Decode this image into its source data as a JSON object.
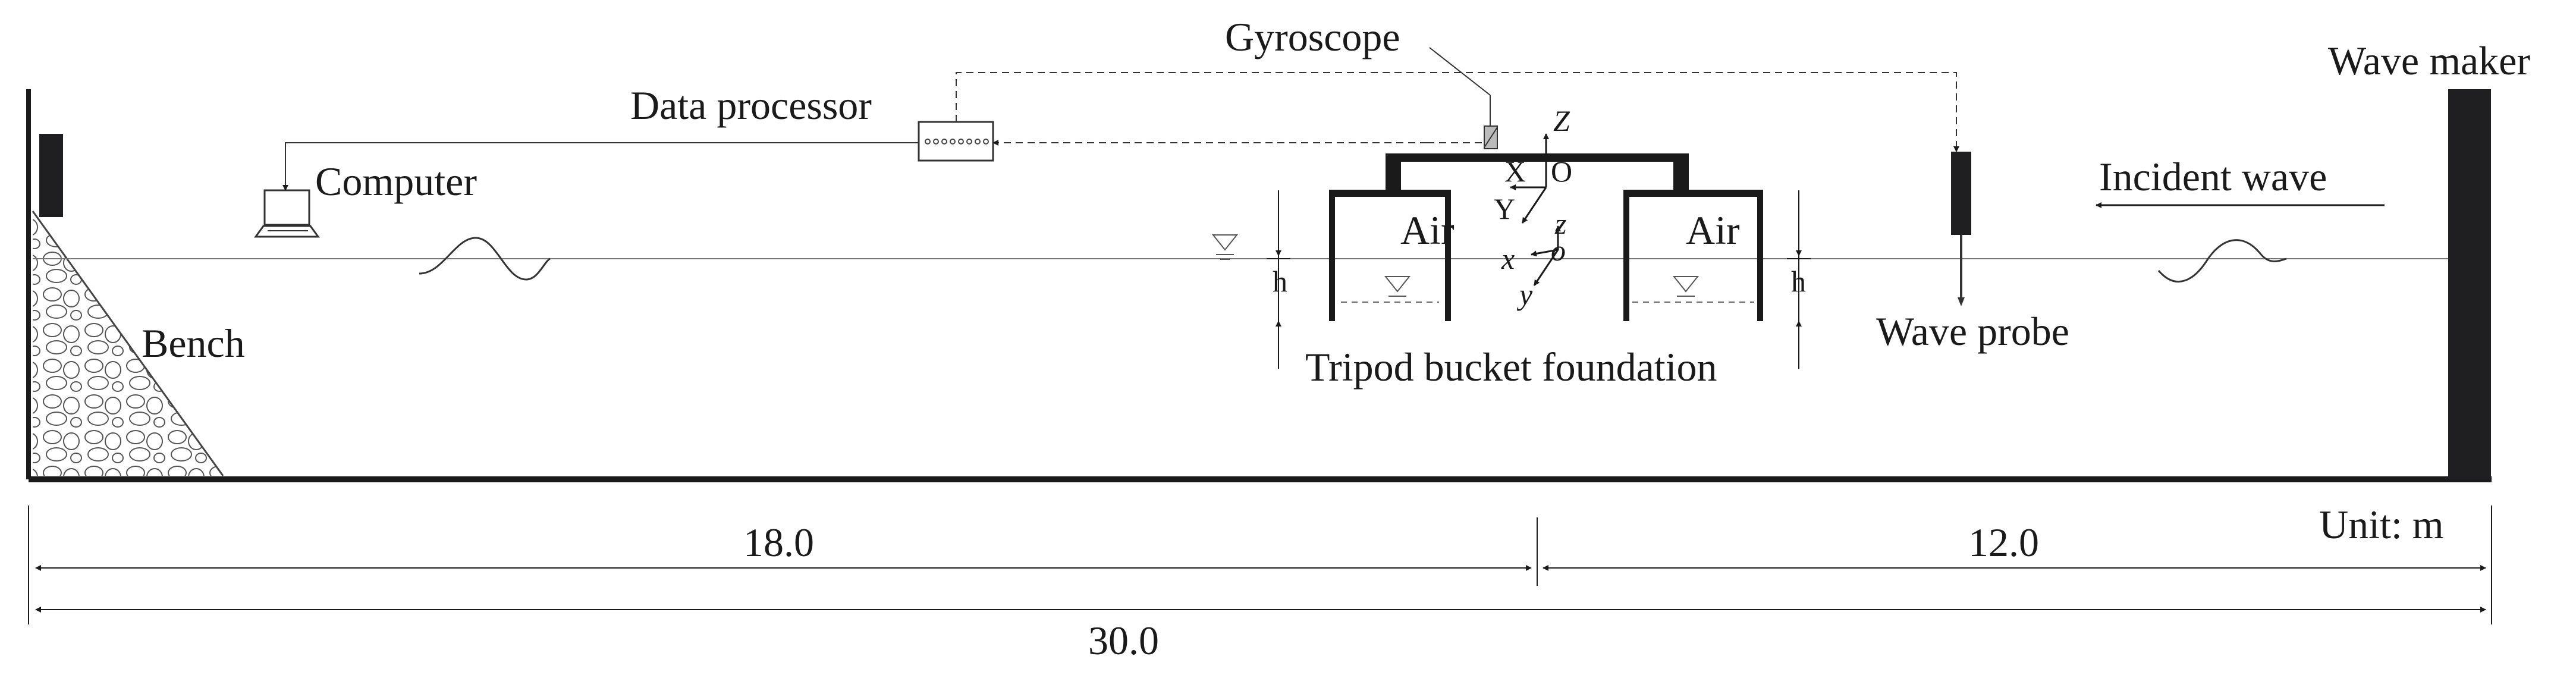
{
  "labels": {
    "gyroscope": "Gyroscope",
    "data_processor": "Data processor",
    "computer": "Computer",
    "wave_maker": "Wave maker",
    "incident_wave": "Incident wave",
    "bench": "Bench",
    "tripod": "Tripod bucket foundation",
    "wave_probe": "Wave probe",
    "air_left": "Air",
    "air_right": "Air",
    "h_left": "h",
    "h_right": "h",
    "unit": "Unit: m"
  },
  "axes": {
    "Z": "Z",
    "X": "X",
    "O": "O",
    "Y": "Y",
    "z": "z",
    "x": "x",
    "o": "o",
    "y": "y"
  },
  "dimensions": {
    "d1": "18.0",
    "d2": "12.0",
    "total": "30.0"
  }
}
